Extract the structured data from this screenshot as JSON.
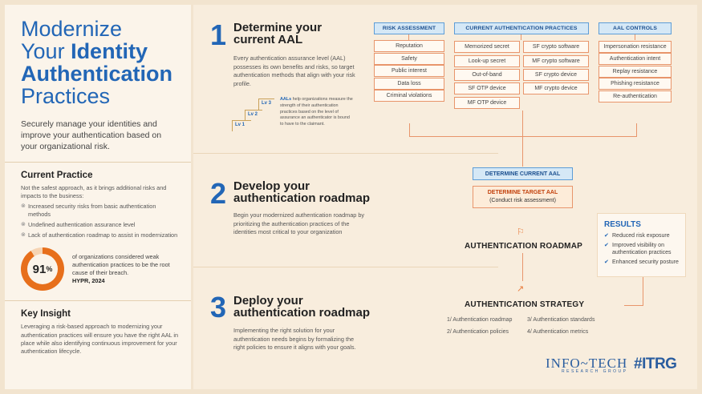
{
  "left": {
    "title_line1": "Modernize",
    "title_line2a": "Your ",
    "title_line2b": "Identity",
    "title_line3": "Authentication",
    "title_line4": "Practices",
    "lead": "Securely manage your identities and improve your authentication based on your organizational risk.",
    "current_practice": {
      "heading": "Current Practice",
      "intro": "Not the safest approach, as it brings additional risks and impacts to the business:",
      "bullets": [
        "Increased security risks from basic authentication methods",
        "Undefined authentication assurance level",
        "Lack of authentication roadmap to assist in modernization"
      ]
    },
    "stat": {
      "value": "91",
      "unit": "%",
      "percent": 91,
      "text": "of organizations considered weak authentication practices to be the root cause of their breach.",
      "source": "HYPR, 2024"
    },
    "insight": {
      "heading": "Key Insight",
      "text": "Leveraging a risk-based approach to modernizing your authentication practices will ensure you have the right AAL in place while also identifying continuous improvement for your authentication lifecycle."
    }
  },
  "steps": [
    {
      "number": "1",
      "title_l1": "Determine your",
      "title_l2": "current AAL",
      "desc": "Every authentication assurance level (AAL) possesses its own benefits and risks, so target authentication methods that align with your risk profile."
    },
    {
      "number": "2",
      "title_l1": "Develop your",
      "title_l2": "authentication roadmap",
      "desc": "Begin your modernized authentication roadmap by prioritizing the authentication practices of the identities most critical to your organization"
    },
    {
      "number": "3",
      "title_l1": "Deploy your",
      "title_l2": "authentication roadmap",
      "desc": "Implementing the right solution for your authentication needs begins by formalizing the right policies to ensure it aligns with your goals."
    }
  ],
  "aal": {
    "bold": "AALs",
    "text": " help organizations measure the strength of their authentication practices based on the level of assurance an authenticator is bound to have to the claimant.",
    "levels": [
      "Lv 1",
      "Lv 2",
      "Lv 3"
    ]
  },
  "tables": {
    "risk": {
      "header": "RISK ASSESSMENT",
      "items": [
        "Reputation",
        "Safety",
        "Public interest",
        "Data loss",
        "Criminal violations"
      ]
    },
    "practices": {
      "header": "CURRENT AUTHENTICATION PRACTICES",
      "col1": [
        "Memorized secret",
        "Look-up secret",
        "Out-of-band",
        "SF OTP device",
        "MF OTP device"
      ],
      "col2": [
        "SF crypto software",
        "MF crypto software",
        "SF crypto device",
        "MF crypto device"
      ]
    },
    "controls": {
      "header": "AAL CONTROLS",
      "items": [
        "Impersonation resistance",
        "Authentication intent",
        "Replay resistance",
        "Phishing resistance",
        "Re-authentication"
      ]
    }
  },
  "flow": {
    "determine_current": "DETERMINE CURRENT AAL",
    "determine_target": "DETERMINE TARGET AAL",
    "risk_assessment": "(Conduct risk assessment)",
    "roadmap": "AUTHENTICATION ROADMAP",
    "strategy": "AUTHENTICATION STRATEGY",
    "strategy_items": [
      "1/  Authentication roadmap",
      "2/  Authentication policies",
      "3/  Authentication standards",
      "4/  Authentication metrics"
    ]
  },
  "results": {
    "heading": "RESULTS",
    "items": [
      "Reduced risk exposure",
      "Improved visibility on authentication practices",
      "Enhanced security posture"
    ]
  },
  "logos": {
    "infotech": "INFO~TECH",
    "infotech_sub": "RESEARCH GROUP",
    "itrg": "#ITRG"
  },
  "colors": {
    "accent_blue": "#2266b6",
    "accent_orange": "#e76f1b",
    "background": "#f2e4cf"
  }
}
